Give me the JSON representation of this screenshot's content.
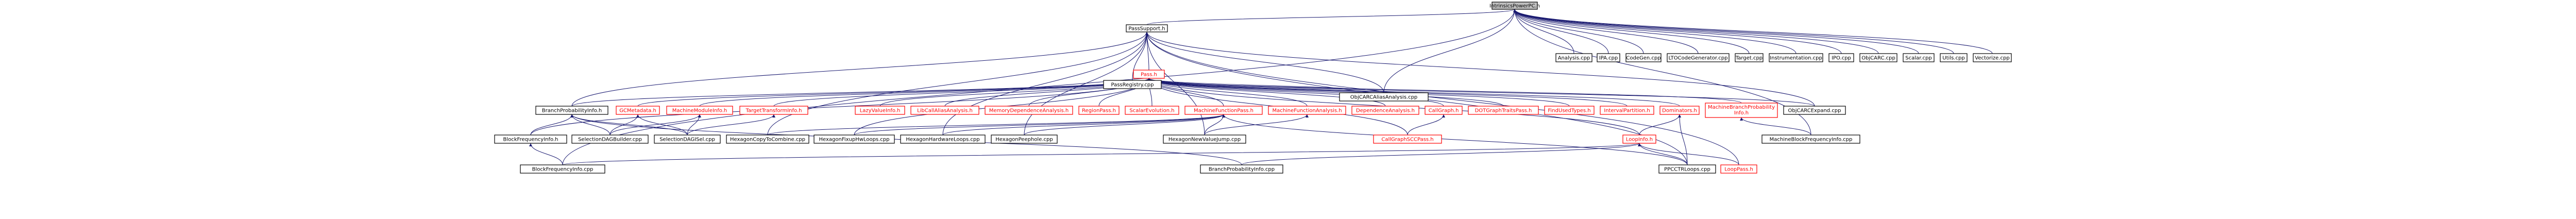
{
  "colors": {
    "edge": "#191970",
    "normal_border": "#000000",
    "normal_fill": "#ffffff",
    "red_border": "#ff0000",
    "red_text": "#ff0000",
    "root_fill": "#bfbfbf",
    "text": "#000000"
  },
  "nodes": [
    {
      "id": "n0",
      "label": "IntrinsicsPowerPC.h",
      "style": "root"
    },
    {
      "id": "n1",
      "label": "PassSupport.h",
      "style": "normal"
    },
    {
      "id": "n2",
      "label": "Analysis.cpp",
      "style": "normal"
    },
    {
      "id": "n3",
      "label": "IPA.cpp",
      "style": "normal"
    },
    {
      "id": "n4",
      "label": "CodeGen.cpp",
      "style": "normal"
    },
    {
      "id": "n5",
      "label": "LTOCodeGenerator.cpp",
      "style": "normal"
    },
    {
      "id": "n6",
      "label": "Target.cpp",
      "style": "normal"
    },
    {
      "id": "n7",
      "label": "Instrumentation.cpp",
      "style": "normal"
    },
    {
      "id": "n8",
      "label": "IPO.cpp",
      "style": "normal"
    },
    {
      "id": "n9",
      "label": "ObjCARC.cpp",
      "style": "normal"
    },
    {
      "id": "n10",
      "label": "Scalar.cpp",
      "style": "normal"
    },
    {
      "id": "n11",
      "label": "Utils.cpp",
      "style": "normal"
    },
    {
      "id": "n12",
      "label": "Vectorize.cpp",
      "style": "normal"
    },
    {
      "id": "n13",
      "label": "Pass.h",
      "style": "red"
    },
    {
      "id": "n14",
      "label": "PassRegistry.cpp",
      "style": "normal"
    },
    {
      "id": "n15",
      "label": "ObjCARCAliasAnalysis.cpp",
      "style": "normal"
    },
    {
      "id": "n16",
      "label": "BranchProbabilityInfo.h",
      "style": "normal"
    },
    {
      "id": "n17",
      "label": "GCMetadata.h",
      "style": "red"
    },
    {
      "id": "n18",
      "label": "MachineModuleInfo.h",
      "style": "red"
    },
    {
      "id": "n19",
      "label": "TargetTransformInfo.h",
      "style": "red"
    },
    {
      "id": "n20",
      "label": "LazyValueInfo.h",
      "style": "red"
    },
    {
      "id": "n21",
      "label": "LibCallAliasAnalysis.h",
      "style": "red"
    },
    {
      "id": "n22",
      "label": "MemoryDependenceAnalysis.h",
      "style": "red"
    },
    {
      "id": "n23",
      "label": "RegionPass.h",
      "style": "red"
    },
    {
      "id": "n24",
      "label": "ScalarEvolution.h",
      "style": "red"
    },
    {
      "id": "n25",
      "label": "MachineFunctionPass.h",
      "style": "red"
    },
    {
      "id": "n26",
      "label": "MachineFunctionAnalysis.h",
      "style": "red"
    },
    {
      "id": "n27",
      "label": "DependenceAnalysis.h",
      "style": "red"
    },
    {
      "id": "n28",
      "label": "CallGraph.h",
      "style": "red"
    },
    {
      "id": "n29",
      "label": "DOTGraphTraitsPass.h",
      "style": "red"
    },
    {
      "id": "n30",
      "label": "FindUsedTypes.h",
      "style": "red"
    },
    {
      "id": "n31",
      "label": "IntervalPartition.h",
      "style": "red"
    },
    {
      "id": "n32",
      "label": "Dominators.h",
      "style": "red"
    },
    {
      "id": "n33",
      "label": "MachineBranchProbability",
      "label2": "Info.h",
      "style": "red"
    },
    {
      "id": "n34",
      "label": "ObjCARCExpand.cpp",
      "style": "normal"
    },
    {
      "id": "n35",
      "label": "BlockFrequencyInfo.h",
      "style": "normal"
    },
    {
      "id": "n36",
      "label": "SelectionDAGBuilder.cpp",
      "style": "normal"
    },
    {
      "id": "n37",
      "label": "SelectionDAGISel.cpp",
      "style": "normal"
    },
    {
      "id": "n38",
      "label": "HexagonCopyToCombine.cpp",
      "style": "normal"
    },
    {
      "id": "n39",
      "label": "HexagonFixupHwLoops.cpp",
      "style": "normal"
    },
    {
      "id": "n40",
      "label": "HexagonHardwareLoops.cpp",
      "style": "normal"
    },
    {
      "id": "n41",
      "label": "HexagonPeephole.cpp",
      "style": "normal"
    },
    {
      "id": "n42",
      "label": "HexagonNewValueJump.cpp",
      "style": "normal"
    },
    {
      "id": "n43",
      "label": "CallGraphSCCPass.h",
      "style": "red"
    },
    {
      "id": "n44",
      "label": "LoopInfo.h",
      "style": "red"
    },
    {
      "id": "n45",
      "label": "MachineBlockFrequencyInfo.cpp",
      "style": "normal"
    },
    {
      "id": "n46",
      "label": "BlockFrequencyInfo.cpp",
      "style": "normal"
    },
    {
      "id": "n47",
      "label": "BranchProbabilityInfo.cpp",
      "style": "normal"
    },
    {
      "id": "n48",
      "label": "PPCCTRLoops.cpp",
      "style": "normal"
    },
    {
      "id": "n49",
      "label": "LoopPass.h",
      "style": "red"
    }
  ],
  "edges": [
    [
      "n0",
      "n1"
    ],
    [
      "n0",
      "n2"
    ],
    [
      "n0",
      "n3"
    ],
    [
      "n0",
      "n4"
    ],
    [
      "n0",
      "n5"
    ],
    [
      "n0",
      "n6"
    ],
    [
      "n0",
      "n7"
    ],
    [
      "n0",
      "n8"
    ],
    [
      "n0",
      "n9"
    ],
    [
      "n0",
      "n10"
    ],
    [
      "n0",
      "n11"
    ],
    [
      "n0",
      "n12"
    ],
    [
      "n0",
      "n15"
    ],
    [
      "n0",
      "n45"
    ],
    [
      "n0",
      "n46"
    ],
    [
      "n1",
      "n13"
    ],
    [
      "n1",
      "n14"
    ],
    [
      "n1",
      "n15"
    ],
    [
      "n1",
      "n16"
    ],
    [
      "n1",
      "n34"
    ],
    [
      "n1",
      "n38"
    ],
    [
      "n1",
      "n40"
    ],
    [
      "n1",
      "n41"
    ],
    [
      "n1",
      "n42"
    ],
    [
      "n1",
      "n48"
    ],
    [
      "n1",
      "n49"
    ],
    [
      "n13",
      "n15"
    ],
    [
      "n13",
      "n16"
    ],
    [
      "n13",
      "n17"
    ],
    [
      "n13",
      "n18"
    ],
    [
      "n13",
      "n19"
    ],
    [
      "n13",
      "n20"
    ],
    [
      "n13",
      "n21"
    ],
    [
      "n13",
      "n22"
    ],
    [
      "n13",
      "n23"
    ],
    [
      "n13",
      "n24"
    ],
    [
      "n13",
      "n25"
    ],
    [
      "n13",
      "n26"
    ],
    [
      "n13",
      "n27"
    ],
    [
      "n13",
      "n28"
    ],
    [
      "n13",
      "n29"
    ],
    [
      "n13",
      "n30"
    ],
    [
      "n13",
      "n31"
    ],
    [
      "n13",
      "n32"
    ],
    [
      "n13",
      "n33"
    ],
    [
      "n13",
      "n34"
    ],
    [
      "n13",
      "n35"
    ],
    [
      "n13",
      "n39"
    ],
    [
      "n13",
      "n43"
    ],
    [
      "n13",
      "n44"
    ],
    [
      "n16",
      "n35"
    ],
    [
      "n16",
      "n36"
    ],
    [
      "n16",
      "n37"
    ],
    [
      "n16",
      "n47"
    ],
    [
      "n17",
      "n36"
    ],
    [
      "n17",
      "n37"
    ],
    [
      "n18",
      "n36"
    ],
    [
      "n18",
      "n37"
    ],
    [
      "n19",
      "n37"
    ],
    [
      "n25",
      "n38"
    ],
    [
      "n25",
      "n39"
    ],
    [
      "n25",
      "n40"
    ],
    [
      "n25",
      "n41"
    ],
    [
      "n25",
      "n42"
    ],
    [
      "n25",
      "n48"
    ],
    [
      "n26",
      "n42"
    ],
    [
      "n28",
      "n43"
    ],
    [
      "n32",
      "n44"
    ],
    [
      "n32",
      "n48"
    ],
    [
      "n33",
      "n45"
    ],
    [
      "n35",
      "n46"
    ],
    [
      "n44",
      "n46"
    ],
    [
      "n44",
      "n47"
    ],
    [
      "n44",
      "n48"
    ],
    [
      "n44",
      "n49"
    ]
  ]
}
